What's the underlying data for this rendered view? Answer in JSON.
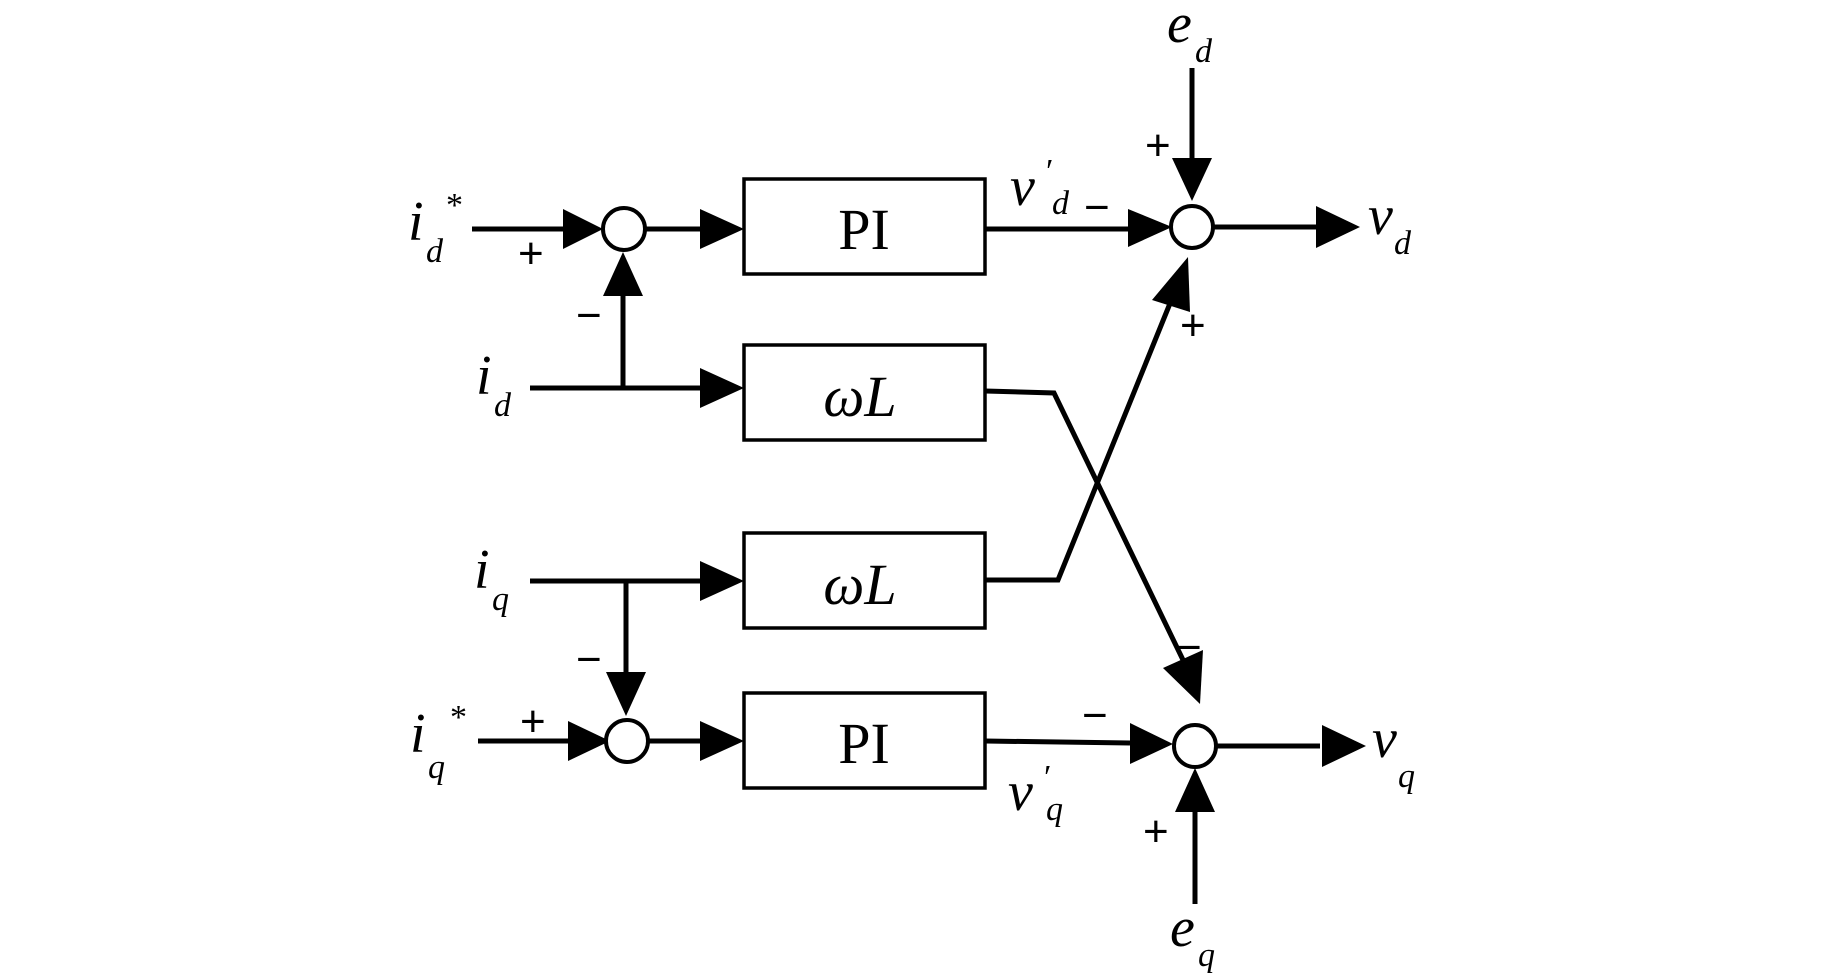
{
  "blocks": {
    "pi_d": "PI",
    "wl_d": "ωL",
    "wl_q": "ωL",
    "pi_q": "PI"
  },
  "signals": {
    "id_ref": {
      "base": "i",
      "sub": "d",
      "sup": "*"
    },
    "id": {
      "base": "i",
      "sub": "d"
    },
    "iq": {
      "base": "i",
      "sub": "q"
    },
    "iq_ref": {
      "base": "i",
      "sub": "q",
      "sup": "*"
    },
    "vd_prime": {
      "base": "v",
      "sub": "d",
      "sup": "′"
    },
    "vq_prime": {
      "base": "v",
      "sub": "q",
      "sup": "′"
    },
    "vd": {
      "base": "v",
      "sub": "d"
    },
    "vq": {
      "base": "v",
      "sub": "q"
    },
    "ed": {
      "base": "e",
      "sub": "d"
    },
    "eq": {
      "base": "e",
      "sub": "q"
    }
  },
  "signs": {
    "sum_id_ref": "+",
    "sum_id_fb": "−",
    "sum_iq_fb": "−",
    "sum_iq_ref": "+",
    "vd_prime_in": "−",
    "ed_in": "+",
    "cross_into_vd": "+",
    "cross_into_vq": "−",
    "vq_prime_in": "−",
    "eq_in": "+"
  }
}
